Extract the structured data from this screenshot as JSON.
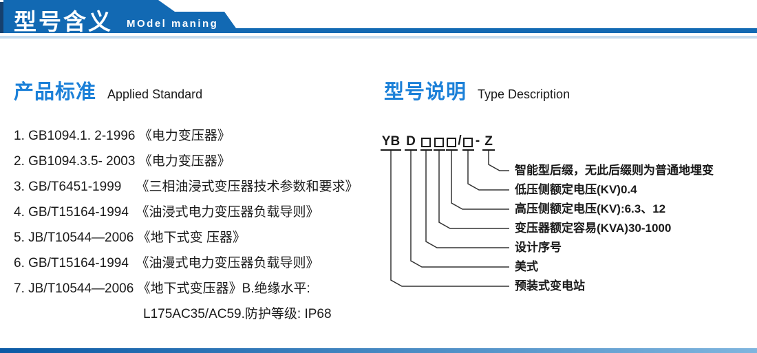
{
  "header": {
    "title_cn": "型号含义",
    "title_en": "MOdel maning"
  },
  "left_section": {
    "heading_cn": "产品标准",
    "heading_en": "Applied Standard",
    "items": [
      {
        "text": "1. GB1094.1. 2-1996 《电力变压器》",
        "indent": false
      },
      {
        "text": "2. GB1094.3.5- 2003 《电力变压器》",
        "indent": false
      },
      {
        "text": "3. GB/T6451-1999    《三相油浸式变压器技术参数和要求》",
        "indent": false
      },
      {
        "text": "4. GB/T15164-1994  《油浸式电力变压器负载导则》",
        "indent": false
      },
      {
        "text": "5. JB/T10544—2006 《地下式变 压器》",
        "indent": false
      },
      {
        "text": "6. GB/T15164-1994  《油漫式电力变压器负载导则》",
        "indent": false
      },
      {
        "text": "7. JB/T10544—2006 《地下式变压器》B.绝缘水平:",
        "indent": false
      },
      {
        "text": "L175AC35/AC59.防护等级: IP68",
        "indent": true
      }
    ]
  },
  "right_section": {
    "heading_cn": "型号说明",
    "heading_en": "Type Description",
    "code_parts": [
      {
        "kind": "letters",
        "label": "YB"
      },
      {
        "kind": "letters",
        "label": "D"
      },
      {
        "kind": "box",
        "label": ""
      },
      {
        "kind": "box",
        "label": ""
      },
      {
        "kind": "box",
        "label": ""
      },
      {
        "kind": "separator",
        "label": "/"
      },
      {
        "kind": "box",
        "label": ""
      },
      {
        "kind": "separator",
        "label": "-"
      },
      {
        "kind": "letters",
        "label": "Z"
      }
    ],
    "labels": [
      "智能型后缀，无此后缀则为普通地埋变",
      "低压侧额定电压(KV)0.4",
      "高压侧额定电压(KV):6.3、12",
      "变压器额定容易(KVA)30-1000",
      "设计序号",
      "美式",
      "预装式变电站"
    ]
  },
  "colors": {
    "banner": "#1269b3",
    "accent_dark": "#16406e",
    "header_underline": "#c5dcef",
    "heading": "#1b80d8",
    "text": "#1a1a1a",
    "line": "#333333",
    "bot_from": "#0b5aa5",
    "bot_to": "#7fb5de"
  }
}
